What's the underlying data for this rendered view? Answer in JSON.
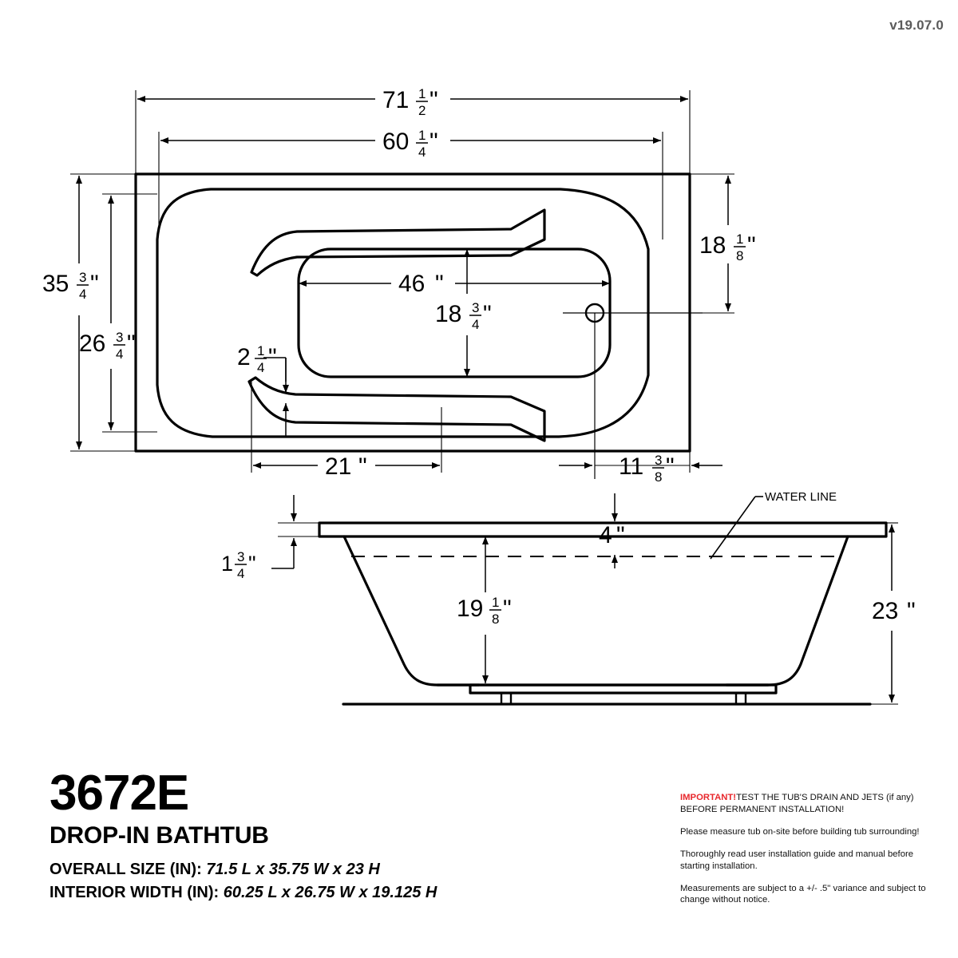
{
  "version": "v19.07.0",
  "product": {
    "model": "3672E",
    "type": "DROP-IN BATHTUB",
    "overall_size_label": "OVERALL SIZE (IN):",
    "overall_size_value": "71.5 L x 35.75 W x 23 H",
    "interior_width_label": "INTERIOR WIDTH (IN):",
    "interior_width_value": "60.25 L x 26.75 W x 19.125 H"
  },
  "notes": {
    "important_word": "IMPORTANT!",
    "important_rest": "TEST THE TUB'S DRAIN AND JETS (if any) BEFORE PERMANENT INSTALLATION!",
    "note2": "Please measure tub on-site before building tub surrounding!",
    "note3": "Thoroughly read user installation guide and manual before starting installation.",
    "note4": "Measurements are subject to a +/- .5\" variance and subject to change without notice."
  },
  "annotations": {
    "water_line": "WATER LINE"
  },
  "dimensions": {
    "plan_overall_length": {
      "whole": "71",
      "num": "1",
      "den": "2",
      "unit": "\"",
      "value_in": 71.5
    },
    "plan_interior_length": {
      "whole": "60",
      "num": "1",
      "den": "4",
      "unit": "\"",
      "value_in": 60.25
    },
    "plan_overall_width": {
      "whole": "35",
      "num": "3",
      "den": "4",
      "unit": "\"",
      "value_in": 35.75
    },
    "plan_interior_width": {
      "whole": "26",
      "num": "3",
      "den": "4",
      "unit": "\"",
      "value_in": 26.75
    },
    "floor_length": {
      "whole": "46",
      "num": "",
      "den": "",
      "unit": "\"",
      "value_in": 46
    },
    "floor_width": {
      "whole": "18",
      "num": "3",
      "den": "4",
      "unit": "\"",
      "value_in": 18.75
    },
    "drain_from_top": {
      "whole": "18",
      "num": "1",
      "den": "8",
      "unit": "\"",
      "value_in": 18.125
    },
    "armrest_offset": {
      "whole": "2",
      "num": "1",
      "den": "4",
      "unit": "\"",
      "value_in": 2.25
    },
    "armrest_length": {
      "whole": "21",
      "num": "",
      "den": "",
      "unit": "\"",
      "value_in": 21
    },
    "drain_from_end": {
      "whole": "11",
      "num": "3",
      "den": "8",
      "unit": "\"",
      "value_in": 11.375
    },
    "flange_thickness": {
      "whole": "1",
      "num": "3",
      "den": "4",
      "unit": "\"",
      "value_in": 1.75
    },
    "rim_to_waterline": {
      "whole": "4",
      "num": "",
      "den": "",
      "unit": "\"",
      "value_in": 4
    },
    "interior_depth": {
      "whole": "19",
      "num": "1",
      "den": "8",
      "unit": "\"",
      "value_in": 19.125
    },
    "overall_height": {
      "whole": "23",
      "num": "",
      "den": "",
      "unit": "\"",
      "value_in": 23
    }
  }
}
